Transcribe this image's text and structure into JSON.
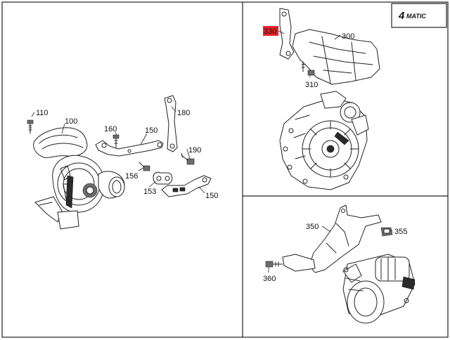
{
  "badge": {
    "number": "4",
    "text": "MATIC"
  },
  "colors": {
    "highlight": "#e8232a",
    "line": "#222222",
    "background": "#ffffff"
  },
  "callouts": {
    "c110": "110",
    "c100": "100",
    "c160": "160",
    "c150a": "150",
    "c180": "180",
    "c190": "190",
    "c156": "156",
    "c153": "153",
    "c150b": "150",
    "c330": "330",
    "c300": "300",
    "c310": "310",
    "c350": "350",
    "c355": "355",
    "c360": "360"
  }
}
